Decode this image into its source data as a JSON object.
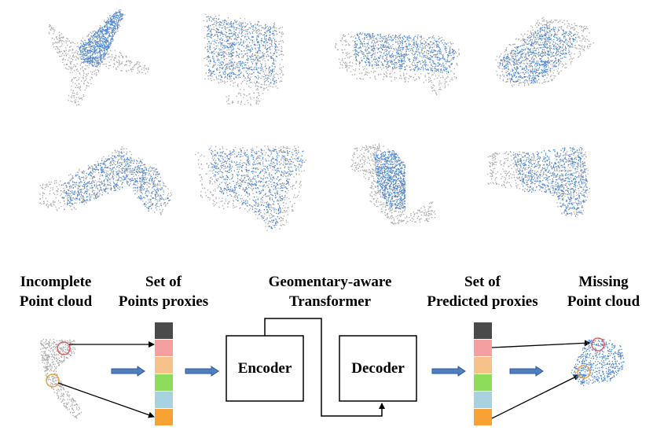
{
  "figure": {
    "labels": {
      "incomplete": [
        "Incomplete",
        "Point cloud"
      ],
      "set_points": [
        "Set of",
        "Points proxies"
      ],
      "transformer": [
        "Geomentary-aware",
        "Transformer"
      ],
      "set_predicted": [
        "Set of",
        "Predicted proxies"
      ],
      "missing": [
        "Missing",
        "Point cloud"
      ]
    },
    "encoder_label": "Encoder",
    "decoder_label": "Decoder",
    "proxy_colors": [
      "#4a4a4a",
      "#f4a0a0",
      "#f5c38a",
      "#8ddc5c",
      "#a9d2e1",
      "#f7a232"
    ],
    "colors": {
      "known_points": "#a9a9a9",
      "missing_points": "#4a86d4",
      "arrow_fill": "#4f7fbf",
      "arrow_stroke": "#2f5597",
      "circle_red": "#e06060",
      "circle_orange": "#e8a040"
    },
    "examples": [
      {
        "object": "airplane"
      },
      {
        "object": "monitor"
      },
      {
        "object": "bench"
      },
      {
        "object": "car"
      },
      {
        "object": "sofa"
      },
      {
        "object": "table"
      },
      {
        "object": "faucet"
      },
      {
        "object": "watercraft"
      }
    ]
  }
}
